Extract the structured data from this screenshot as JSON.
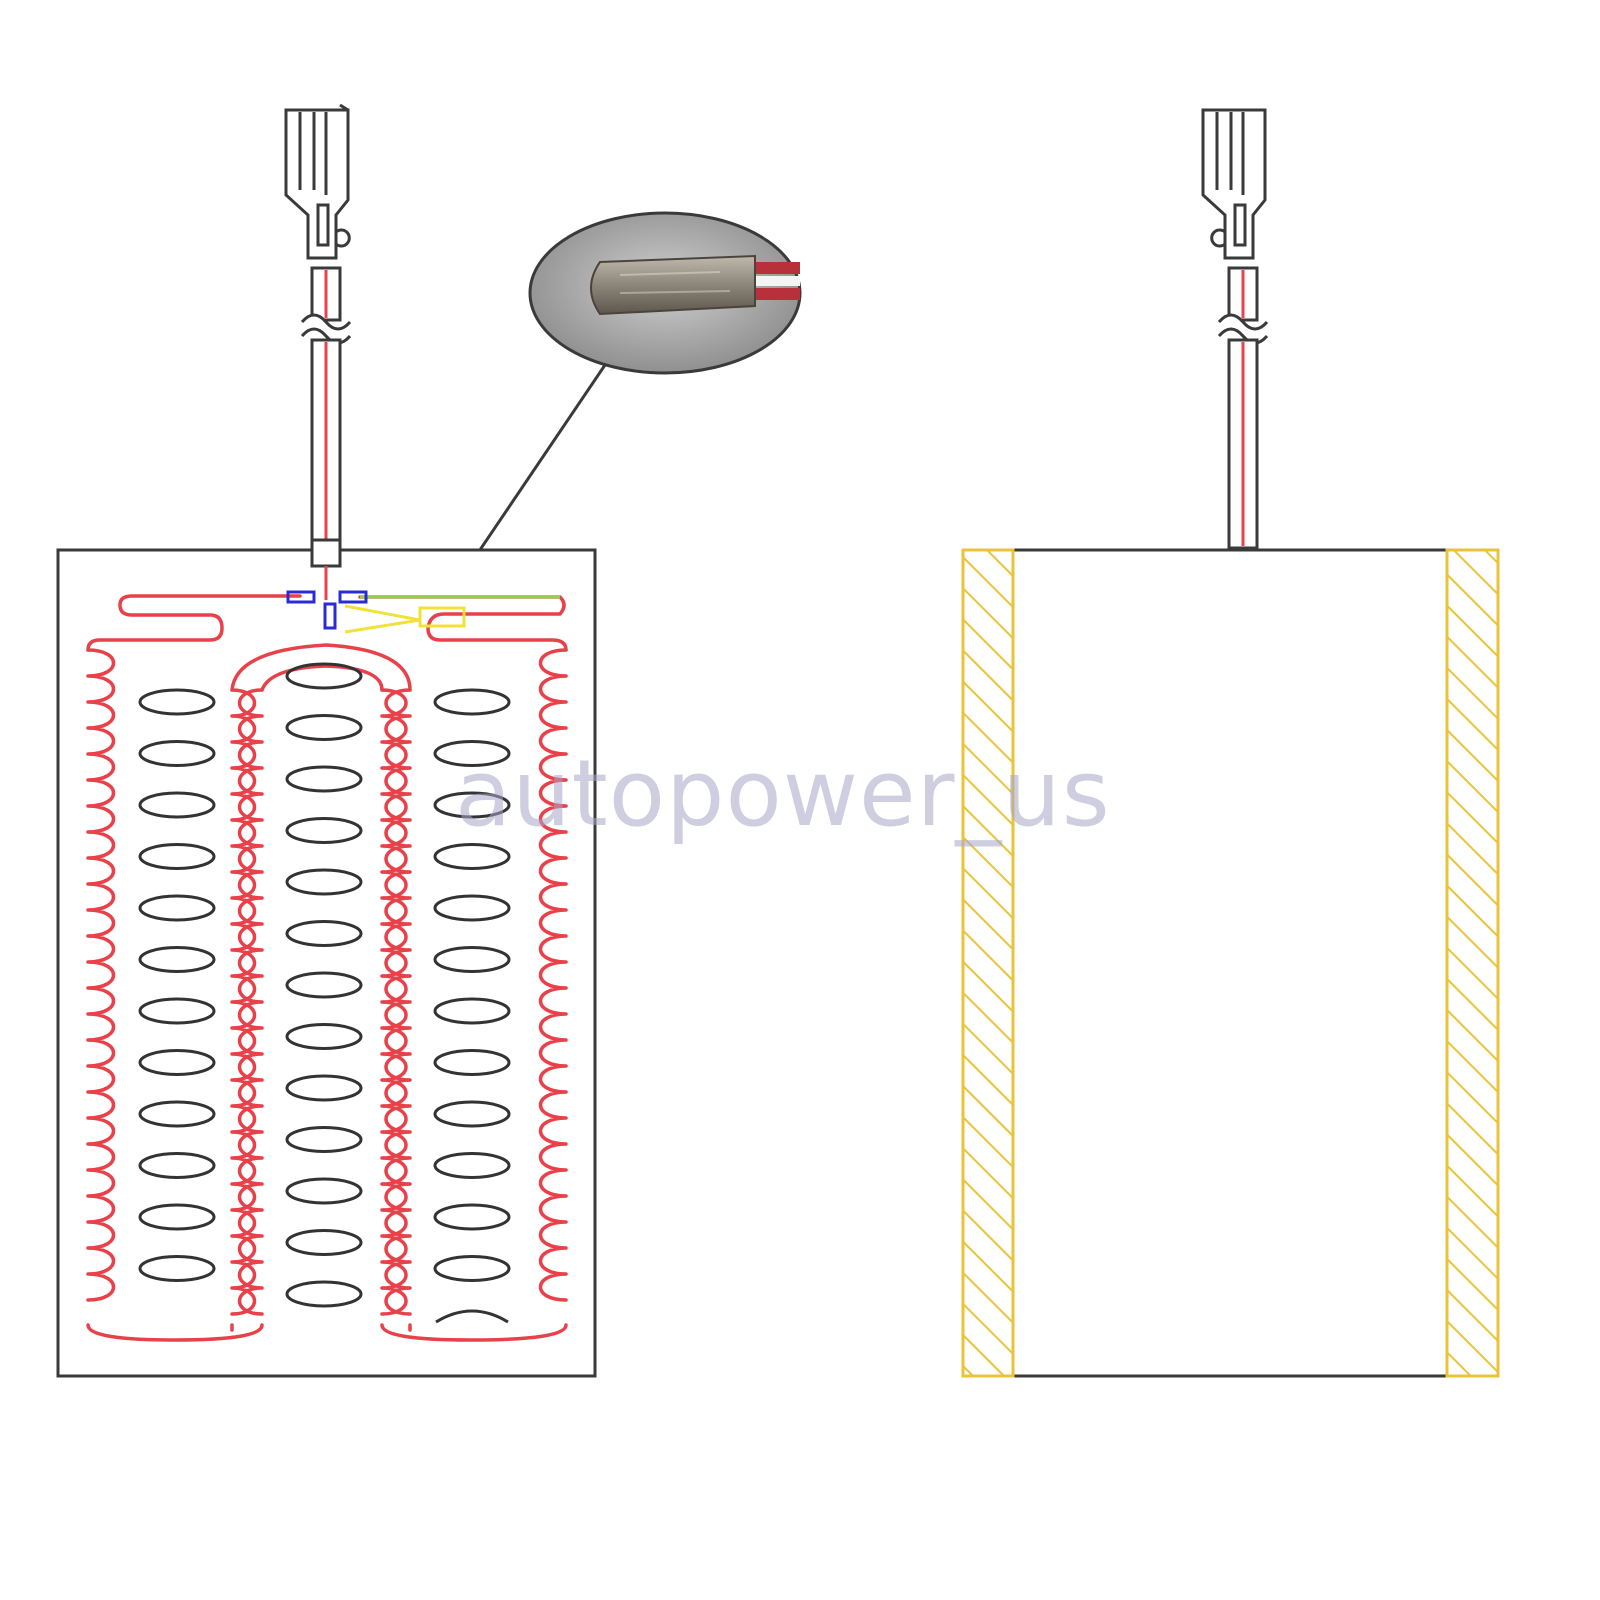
{
  "watermark": "autopower_us",
  "colors": {
    "outline": "#3a3a3a",
    "heating_wire": "#e8414a",
    "thermostat_lead": "#f1e23a",
    "sensor_mark": "#2b2bd6",
    "green_lead": "#8fd14f",
    "adhesive_strip": "#e9c43a",
    "cable_red": "#e8414a"
  },
  "icons": {
    "connector": "spade-terminal-icon",
    "cable_break": "cable-break-icon",
    "thermostat": "bimetal-thermostat-icon"
  },
  "left_panel": {
    "holes_columns": 3,
    "holes_per_column": [
      12,
      13,
      12
    ]
  },
  "right_panel": {
    "adhesive_strips": 2
  }
}
